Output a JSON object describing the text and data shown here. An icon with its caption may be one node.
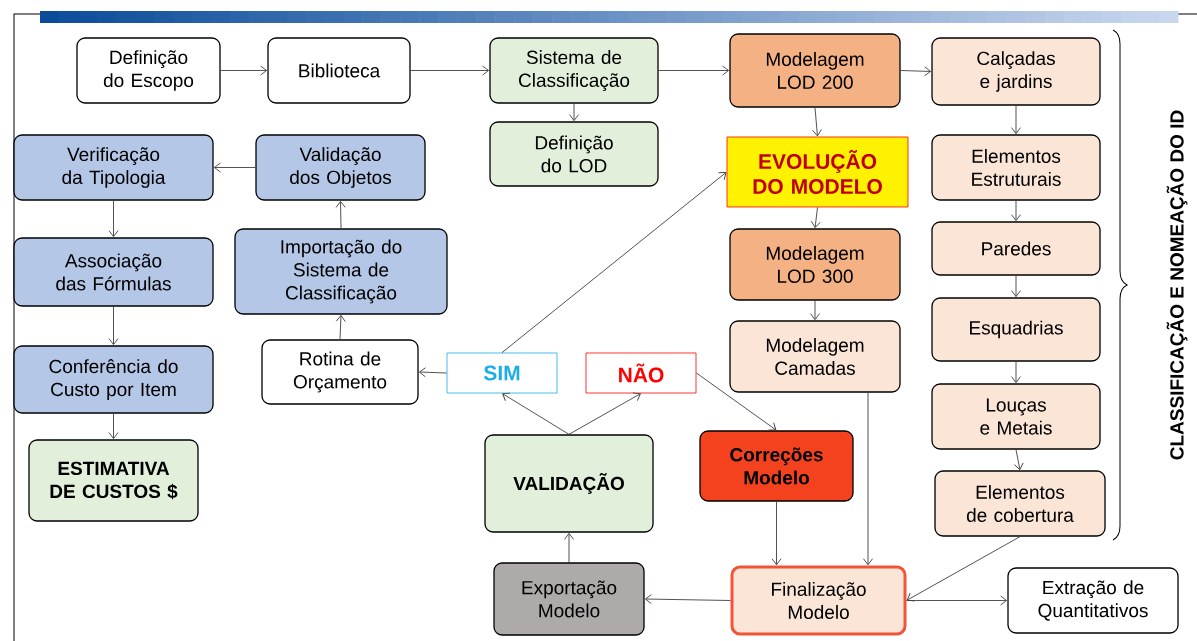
{
  "diagram": {
    "nodes": [
      {
        "text": [
          "Definição do Escopo"
        ]
      },
      {
        "text": [
          "Biblioteca"
        ]
      },
      {
        "text": [
          "Sistema de Classificação"
        ]
      },
      {
        "text": [
          "Definição do LOD"
        ]
      },
      {
        "text": [
          "Modelagem LOD 200"
        ]
      },
      {
        "text": [
          "Calçadas e jardins"
        ]
      },
      {
        "text": [
          "Verificação da Tipologia"
        ]
      },
      {
        "text": [
          "Validação dos Objetos"
        ]
      },
      {
        "text": [
          "EVOLUÇÃO DO MODELO"
        ]
      },
      {
        "text": [
          "Elementos Estruturais"
        ]
      },
      {
        "text": [
          "Associação das Fórmulas"
        ]
      },
      {
        "text": [
          "Importação do Sistema de Classificação"
        ]
      },
      {
        "text": [
          "Paredes"
        ]
      },
      {
        "text": [
          "Modelagem LOD 300"
        ]
      },
      {
        "text": [
          "Esquadrias"
        ]
      },
      {
        "text": [
          "Conferência do Custo por Item"
        ]
      },
      {
        "text": [
          "Rotina de Orçamento"
        ]
      },
      {
        "text": [
          "SIM"
        ]
      },
      {
        "text": [
          "NÃO"
        ]
      },
      {
        "text": [
          "Modelagem Camadas"
        ]
      },
      {
        "text": [
          "Louças e Metais"
        ]
      },
      {
        "text": [
          "VALIDAÇÃO"
        ]
      },
      {
        "text": [
          "Correções Modelo"
        ]
      },
      {
        "text": [
          "Elementos de cobertura"
        ]
      },
      {
        "text": [
          "ESTIMATIVA DE CUSTOS $"
        ]
      },
      {
        "text": [
          "Exportação Modelo"
        ]
      },
      {
        "text": [
          "Finalização Modelo"
        ]
      },
      {
        "text": [
          "Extração de Quantitativos"
        ]
      }
    ],
    "edges": [
      {
        "from": 0,
        "to": 1,
        "arrow": "to"
      },
      {
        "from": 1,
        "to": 2,
        "arrow": "to"
      },
      {
        "from": 2,
        "to": 3,
        "arrow": "to"
      },
      {
        "from": 2,
        "to": 4,
        "arrow": "to"
      },
      {
        "from": 4,
        "to": 5,
        "arrow": "to"
      },
      {
        "from": 4,
        "to": 8,
        "arrow": "to"
      },
      {
        "from": 8,
        "to": 13,
        "arrow": "to"
      },
      {
        "from": 13,
        "to": 19,
        "arrow": "to"
      },
      {
        "from": 5,
        "to": 9,
        "arrow": "to"
      },
      {
        "from": 9,
        "to": 12,
        "arrow": "to"
      },
      {
        "from": 12,
        "to": 14,
        "arrow": "to"
      },
      {
        "from": 14,
        "to": 20,
        "arrow": "to"
      },
      {
        "from": 20,
        "to": 23,
        "arrow": "to"
      },
      {
        "from": 19,
        "to": 26,
        "arrow": "to"
      },
      {
        "from": 22,
        "to": 26,
        "arrow": "to"
      },
      {
        "from": 23,
        "to": 26,
        "arrow": "to"
      },
      {
        "from": 26,
        "to": 25,
        "arrow": "to"
      },
      {
        "from": 26,
        "to": 27,
        "arrow": "to"
      },
      {
        "from": 25,
        "to": 21,
        "arrow": "to"
      },
      {
        "from": 21,
        "to": 17,
        "arrow": "to"
      },
      {
        "from": 21,
        "to": 18,
        "arrow": "to"
      },
      {
        "from": 17,
        "to": 16,
        "arrow": "to"
      },
      {
        "from": 17,
        "to": 8,
        "arrow": "to"
      },
      {
        "from": 18,
        "to": 22,
        "arrow": "to"
      },
      {
        "from": 16,
        "to": 11,
        "arrow": "to"
      },
      {
        "from": 11,
        "to": 7,
        "arrow": "to"
      },
      {
        "from": 7,
        "to": 6,
        "arrow": "to"
      },
      {
        "from": 6,
        "to": 10,
        "arrow": "to"
      },
      {
        "from": 10,
        "to": 15,
        "arrow": "to"
      },
      {
        "from": 15,
        "to": 24,
        "arrow": "to"
      }
    ],
    "labels": [
      "CLASSIFICAÇÃO E NOMEAÇÃO DO ID"
    ]
  }
}
